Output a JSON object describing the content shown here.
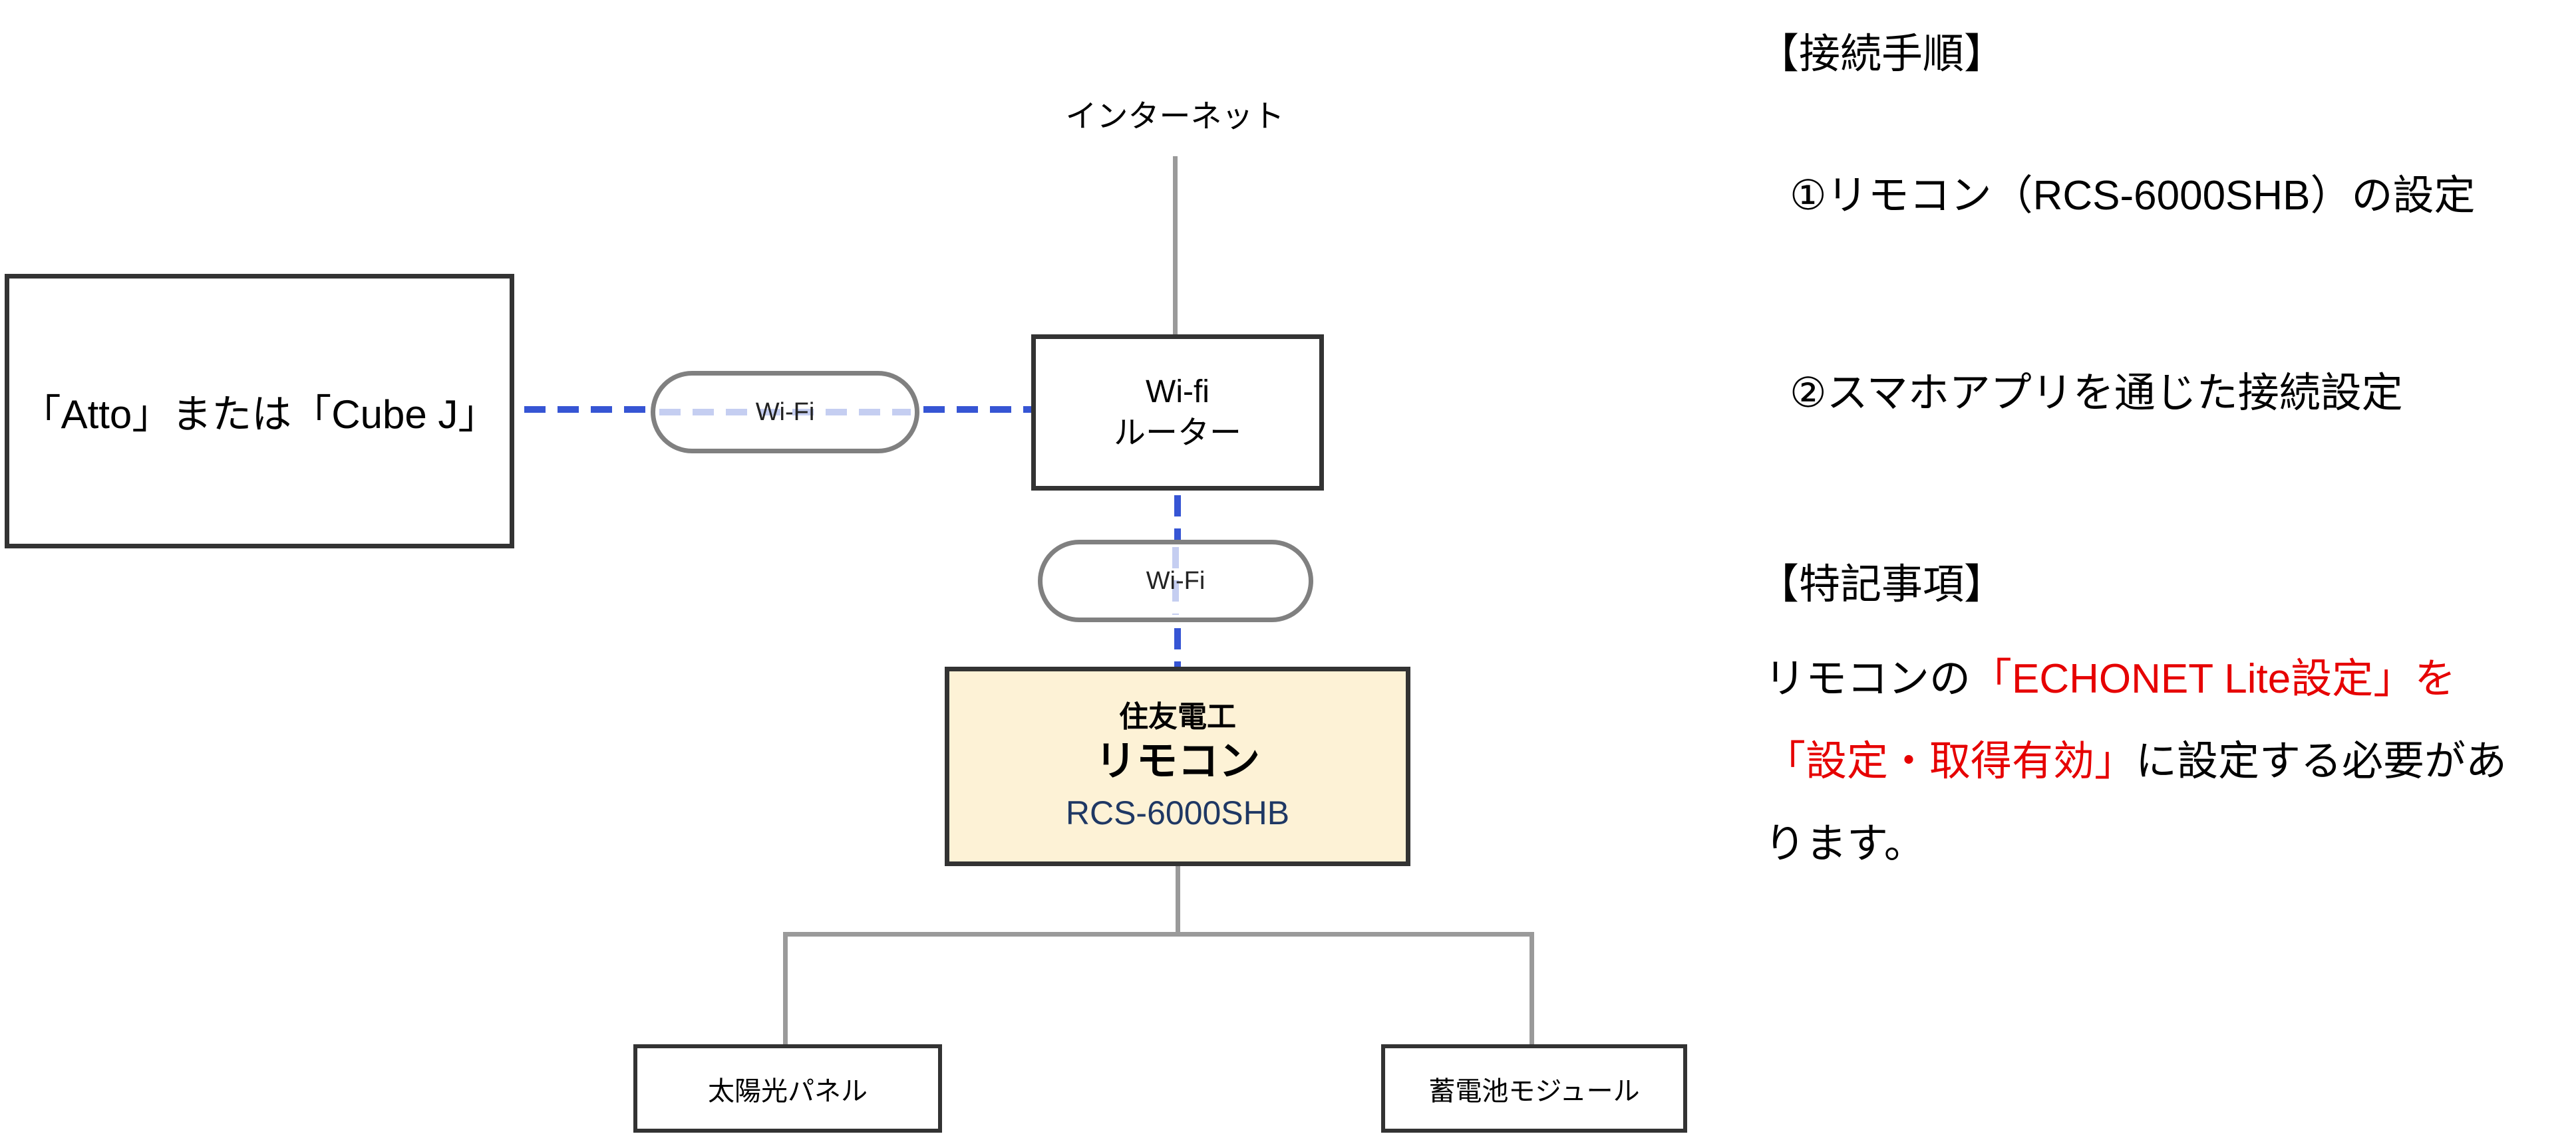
{
  "diagram": {
    "internet_label": "インターネット",
    "app_box": {
      "label": "「Atto」または「Cube J」"
    },
    "wifi_pill_left": {
      "label": "Wi-Fi"
    },
    "router_box": {
      "line1": "Wi-fi",
      "line2": "ルーター"
    },
    "wifi_pill_mid": {
      "label": "Wi-Fi"
    },
    "remote_box": {
      "maker": "住友電工",
      "name": "リモコン",
      "model": "RCS-6000SHB"
    },
    "solar_box": {
      "label": "太陽光パネル"
    },
    "battery_box": {
      "label": "蓄電池モジュール"
    }
  },
  "notes": {
    "procedure_heading": "【接続手順】",
    "step1": "①リモコン（RCS-6000SHB）の設定",
    "step2": "②スマホアプリを通じた接続設定",
    "special_heading": "【特記事項】",
    "special_note": {
      "part1": "リモコンの",
      "part2_red": "「ECHONET Lite設定」を「設定・取得有効」",
      "part3": "に設定する必要があります。"
    }
  },
  "colors": {
    "box_border": "#333333",
    "remote_fill": "#fdf2d6",
    "model_text": "#1f3864",
    "wifi_dash": "#3655d4",
    "wifi_dash_light": "#c5cef1",
    "connector_gray": "#9a9a9a",
    "pill_border": "#808080",
    "highlight_red": "#e60000"
  }
}
